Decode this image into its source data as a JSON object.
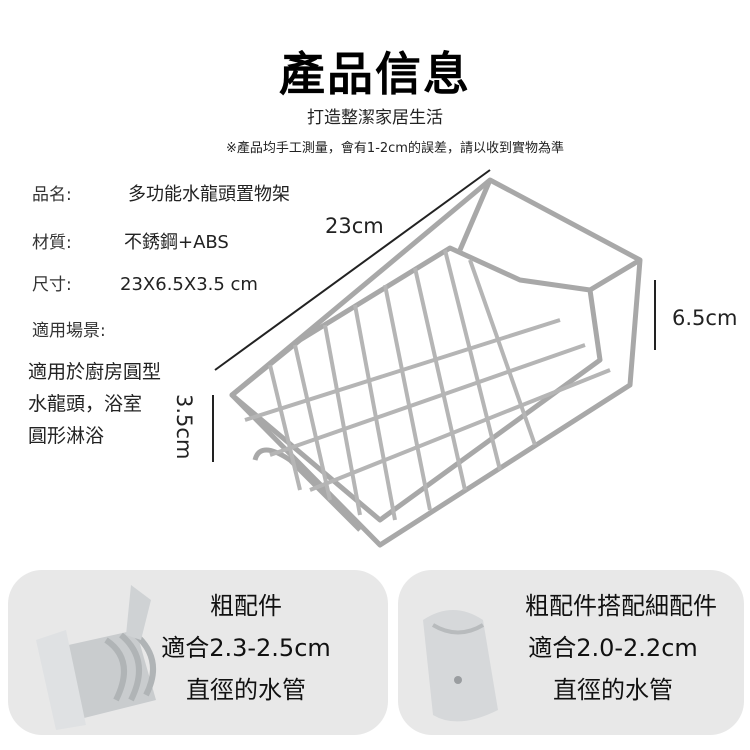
{
  "header": {
    "title": "產品信息",
    "subtitle": "打造整潔家居生活",
    "note": "※產品均手工測量，會有1-2cm的誤差，請以收到實物為準"
  },
  "specs": [
    {
      "label": "品名:",
      "value": "多功能水龍頭置物架"
    },
    {
      "label": "材質:",
      "value": "不銹鋼+ABS"
    },
    {
      "label": "尺寸:",
      "value": "23X6.5X3.5 cm"
    },
    {
      "label": "適用場景:",
      "lines": [
        "適用於廚房圓型",
        "水龍頭，浴室",
        "圓形淋浴"
      ]
    }
  ],
  "dimensions": {
    "length": "23cm",
    "width": "6.5cm",
    "height": "3.5cm"
  },
  "panels": [
    {
      "title": "粗配件",
      "line1": "適合2.3-2.5cm",
      "line2": "直徑的水管"
    },
    {
      "title": "粗配件搭配細配件",
      "line1": "適合2.0-2.2cm",
      "line2": "直徑的水管"
    }
  ]
}
